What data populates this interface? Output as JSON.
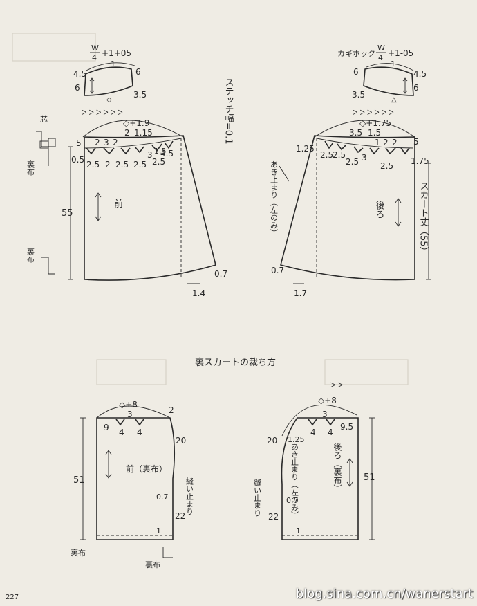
{
  "title_lining": "裏スカートの裁ち方",
  "stitch_note": "ステッチ幅=0.1",
  "top_front_yoke": {
    "waist_formula": "W/4+1+0.5",
    "num_1": "1",
    "num_45": "4.5",
    "num_6a": "6",
    "num_6b": "6",
    "num_35": "3.5"
  },
  "top_back_yoke": {
    "hook": "カギホック",
    "waist_formula": "W/4+1-0.5",
    "num_1": "1",
    "num_45": "4.5",
    "num_6a": "6",
    "num_6b": "6",
    "num_35": "3.5"
  },
  "front_skirt": {
    "formula": "◇+1.9",
    "n5": "5",
    "n05": "0.5",
    "n2": "2",
    "n115": "1.15",
    "n2b": "2",
    "n3": "3",
    "n2c": "2",
    "tucks": [
      "2.5",
      "2",
      "2.5",
      "2.5",
      "2.5"
    ],
    "n3b": "3",
    "n15": "1.5",
    "n45": "4.5",
    "length": "55",
    "grain": "前",
    "hem_flare": "1.4",
    "hem_up": "0.7",
    "interfacing": "芯",
    "lining_a": "裏布",
    "lining_b": "裏布"
  },
  "back_skirt": {
    "formula": "◇+1.75",
    "n125": "1.25",
    "n35": "3.5",
    "n15": "1.5",
    "n5": "5",
    "n175": "1.75",
    "nums": [
      "1",
      "2",
      "2"
    ],
    "tucks": [
      "2.5",
      "2.5",
      "2.5",
      "3",
      "2.5"
    ],
    "opening": "あき止まり（左のみ）",
    "grain": "後ろ",
    "skirt_length": "スカート丈（55）",
    "hem_flare": "1.7",
    "hem_up": "0.7"
  },
  "front_lining": {
    "formula": "◇+8",
    "n9": "9",
    "n3": "3",
    "n4a": "4",
    "n4b": "4",
    "n2": "2",
    "n20": "20",
    "length": "51",
    "grain": "前（裏布）",
    "sew_stop": "縫い止まり",
    "n07": "0.7",
    "n22": "22",
    "n1": "1",
    "lining_a": "裏布",
    "lining_b": "裏布"
  },
  "back_lining": {
    "formula": "◇+8",
    "n3": "3",
    "n4a": "4",
    "n4b": "4",
    "n95": "9.5",
    "n20": "20",
    "n125": "1.25",
    "opening": "あき止まり（左のみ）",
    "grain": "後ろ（裏布）",
    "length": "51",
    "sew_stop": "縫い止まり",
    "n07": "0.7",
    "n22": "22",
    "n1": "1"
  },
  "page_number": "227",
  "watermark": "blog.sina.com.cn/wanerstart"
}
